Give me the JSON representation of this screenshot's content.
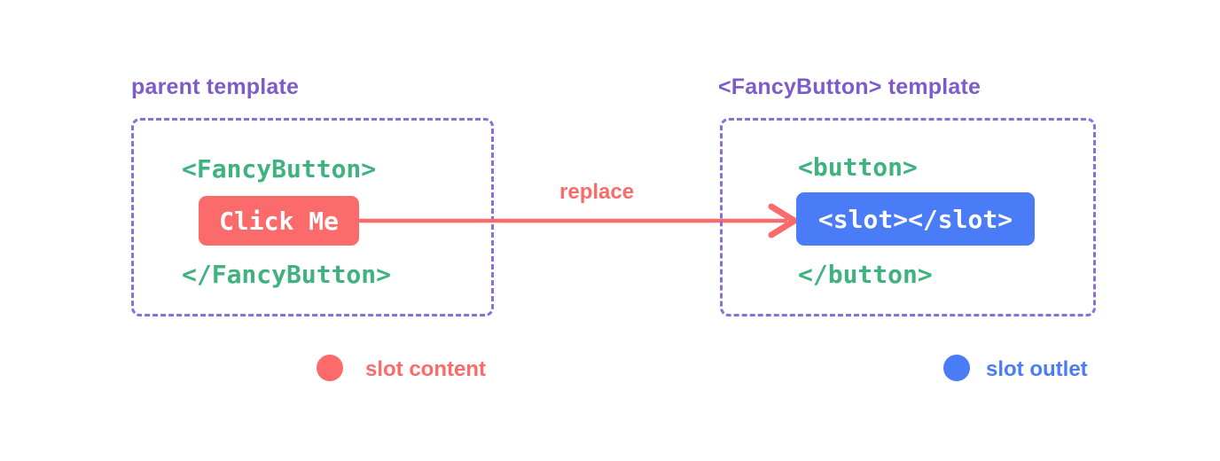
{
  "diagram": {
    "parent": {
      "title": "parent template",
      "open_tag": "<FancyButton>",
      "button_label": "Click Me",
      "close_tag": "</FancyButton>"
    },
    "arrow": {
      "label": "replace"
    },
    "component": {
      "title": "<FancyButton> template",
      "open_tag": "<button>",
      "slot_label": "<slot></slot>",
      "close_tag": "</button>"
    },
    "legend": {
      "content": {
        "label": "slot content",
        "color": "#fb6b6b"
      },
      "outlet": {
        "label": "slot outlet",
        "color": "#4b7cf7"
      }
    },
    "colors": {
      "title_purple": "#7d5cc9",
      "border_purple": "#8a6fd8",
      "code_green": "#3fb27f",
      "coral": "#fb6b6b",
      "blue": "#4b7cf7",
      "background": "#ffffff"
    }
  }
}
